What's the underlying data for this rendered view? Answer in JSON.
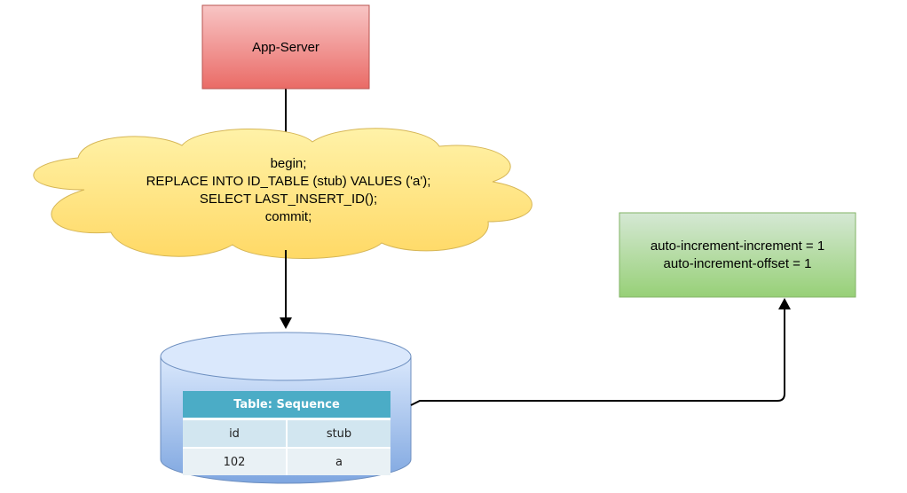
{
  "app_server": {
    "label": "App-Server"
  },
  "sql_cloud": {
    "lines": [
      "begin;",
      "REPLACE INTO ID_TABLE (stub) VALUES ('a');",
      "SELECT LAST_INSERT_ID();",
      "commit;"
    ]
  },
  "config": {
    "lines": [
      "auto-increment-increment = 1",
      "auto-increment-offset = 1"
    ]
  },
  "table": {
    "title": "Table: Sequence",
    "columns": [
      "id",
      "stub"
    ],
    "rows": [
      [
        "102",
        "a"
      ]
    ]
  },
  "colors": {
    "app_server_fill_top": "#f8c5c5",
    "app_server_fill_bottom": "#ea6b66",
    "app_server_stroke": "#b85450",
    "cloud_fill": "#ffe680",
    "cloud_stroke": "#d6b656",
    "config_fill_top": "#d5e8d4",
    "config_fill_bottom": "#97d077",
    "config_stroke": "#82b366",
    "db_fill_top": "#dae8fc",
    "db_fill_bottom": "#7ea6e0",
    "db_stroke": "#6c8ebf",
    "table_header": "#4bacc6"
  }
}
